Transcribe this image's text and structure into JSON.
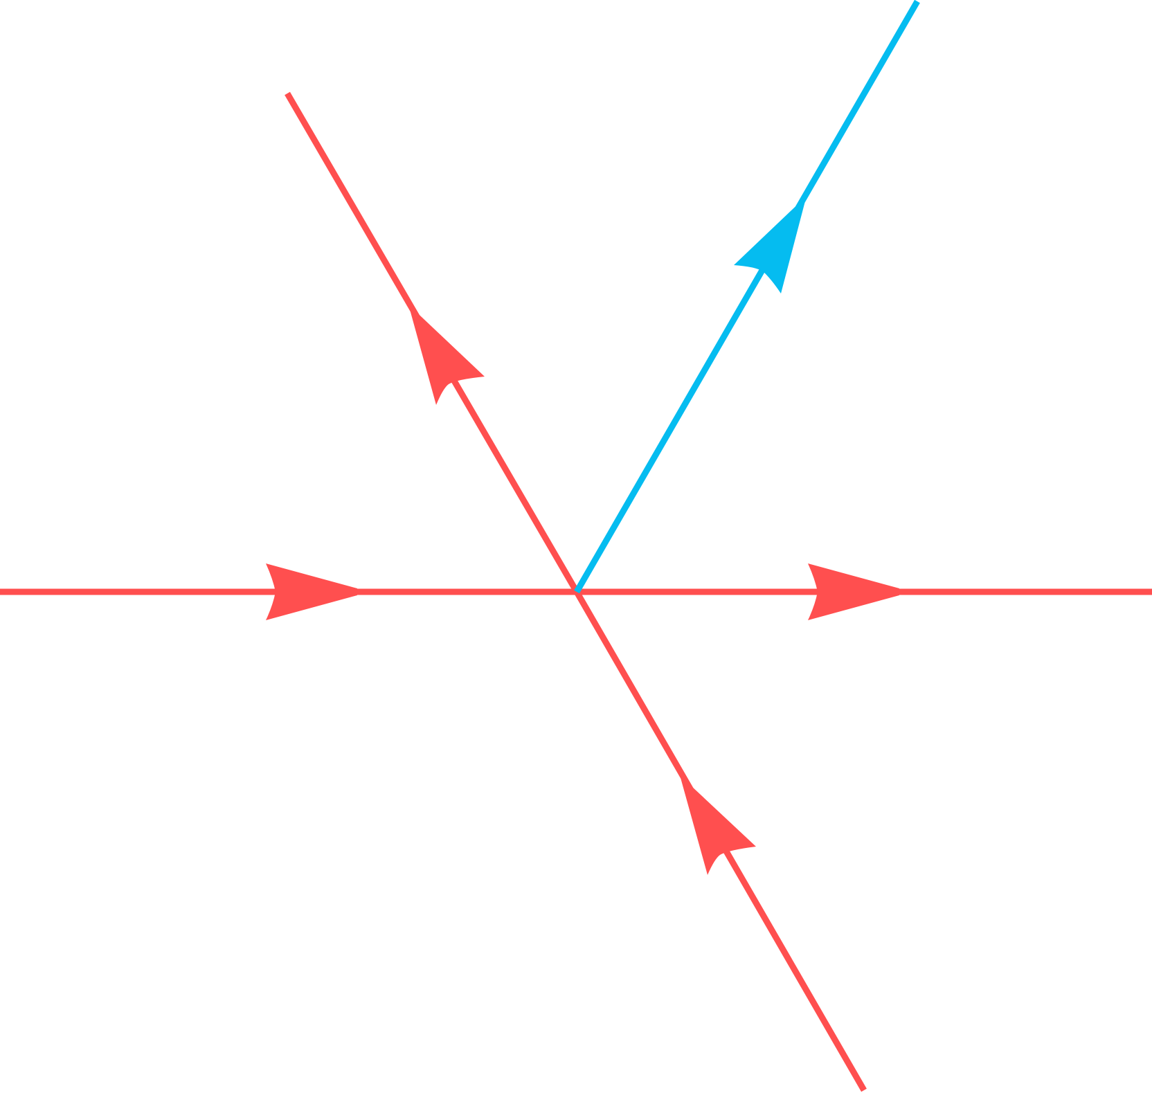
{
  "diagram": {
    "background_color": "#ffffff",
    "colors": {
      "red": "#ff4f4f",
      "blue": "#05bcf0"
    },
    "elements": [
      {
        "kind": "line",
        "name": "horizontal-line-left",
        "color": "red"
      },
      {
        "kind": "line",
        "name": "horizontal-line-right",
        "color": "red"
      },
      {
        "kind": "line",
        "name": "diagonal-line-upper-left",
        "color": "red"
      },
      {
        "kind": "line",
        "name": "diagonal-line-lower-right",
        "color": "red"
      },
      {
        "kind": "line",
        "name": "diagonal-line-upper-right",
        "color": "blue"
      },
      {
        "kind": "arrowhead",
        "name": "arrow-left",
        "color": "red",
        "points": "right"
      },
      {
        "kind": "arrowhead",
        "name": "arrow-right",
        "color": "red",
        "points": "right"
      },
      {
        "kind": "arrowhead",
        "name": "arrow-upper-left",
        "color": "red",
        "points": "up-left"
      },
      {
        "kind": "arrowhead",
        "name": "arrow-lower-right",
        "color": "red",
        "points": "up-left"
      },
      {
        "kind": "arrowhead",
        "name": "arrow-upper-right",
        "color": "blue",
        "points": "up-right"
      }
    ]
  }
}
